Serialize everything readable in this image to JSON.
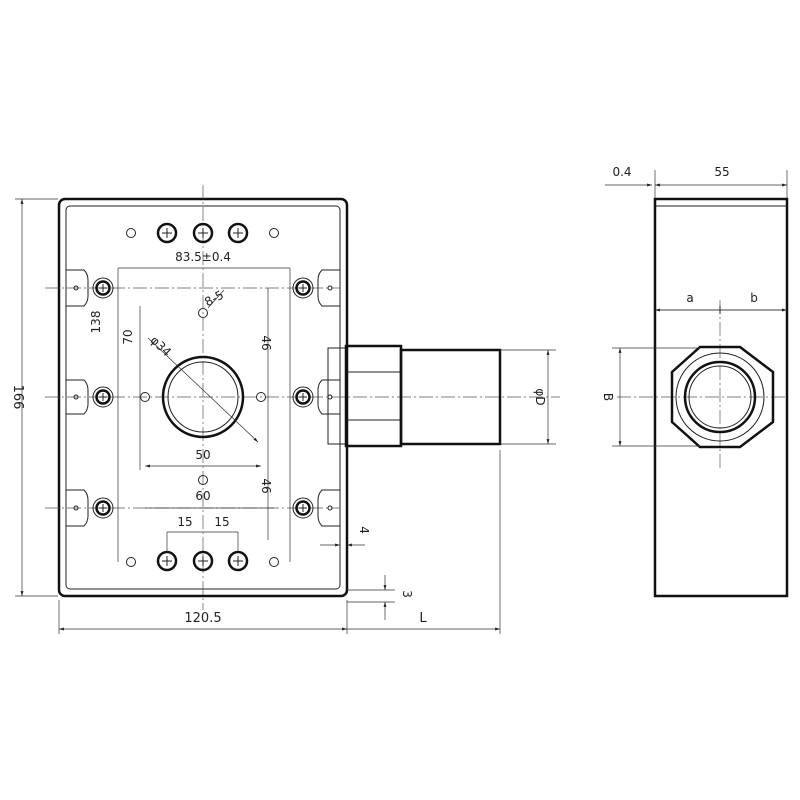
{
  "front_view": {
    "dim_overall_height": "166",
    "dim_height_138": "138",
    "dim_height_70": "70",
    "dim_screw_pitch": "83.5±0.4",
    "dim_hole_count": "8-5",
    "dim_knockout": "φ34",
    "dim_upper_46": "46",
    "dim_lower_46": "46",
    "dim_50": "50",
    "dim_60": "60",
    "dim_15_left": "15",
    "dim_15_right": "15",
    "dim_4": "4",
    "dim_3": "3",
    "dim_width": "120.5",
    "dim_L": "L",
    "dim_phi_D": "φD"
  },
  "side_view": {
    "dim_04": "0.4",
    "dim_55": "55",
    "dim_a": "a",
    "dim_b": "b",
    "dim_B": "B"
  }
}
